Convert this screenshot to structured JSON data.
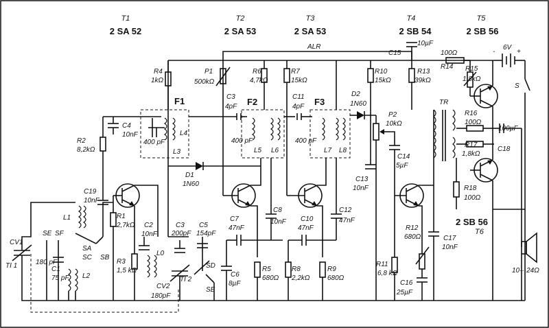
{
  "transistors": {
    "t1": {
      "name": "T1",
      "type": "2 SA 52"
    },
    "t2": {
      "name": "T2",
      "type": "2 SA 53"
    },
    "t3": {
      "name": "T3",
      "type": "2 SA 53"
    },
    "t4": {
      "name": "T4",
      "type": "2 SB 54"
    },
    "t5": {
      "name": "T5",
      "type": "2 SB 56"
    },
    "t6": {
      "name": "T6",
      "type": "2 SB 56"
    }
  },
  "bus": {
    "alr": "ALR"
  },
  "battery": {
    "voltage": "6V",
    "minus": "-",
    "plus": "+"
  },
  "switch_s": "S",
  "speaker": "10···24Ω",
  "filters": {
    "f1": "F1",
    "f2": "F2",
    "f3": "F3"
  },
  "tr": "TR",
  "components": {
    "r4": {
      "ref": "R4",
      "val": "1kΩ"
    },
    "p1": {
      "ref": "P1",
      "val": "500kΩ"
    },
    "r6": {
      "ref": "R6",
      "val": "4,7kΩ"
    },
    "r7": {
      "ref": "R7",
      "val": "15kΩ"
    },
    "r10": {
      "ref": "R10",
      "val": "15kΩ"
    },
    "r13": {
      "ref": "R13",
      "val": "39kΩ"
    },
    "r14": {
      "ref": "R14",
      "val": "100Ω"
    },
    "r15": {
      "ref": "R15",
      "val": "1,8kΩ"
    },
    "r16": {
      "ref": "R16",
      "val": "100Ω"
    },
    "r17": {
      "ref": "R17",
      "val": "1,8kΩ"
    },
    "r18": {
      "ref": "R18",
      "val": "100Ω"
    },
    "r2": {
      "ref": "R2",
      "val": "8,2kΩ"
    },
    "r1": {
      "ref": "R1",
      "val": "2,7kΩ"
    },
    "r3": {
      "ref": "R3",
      "val": "1,5 kΩ"
    },
    "r5": {
      "ref": "R5",
      "val": "680Ω"
    },
    "r8": {
      "ref": "R8",
      "val": "2,2kΩ"
    },
    "r9": {
      "ref": "R9",
      "val": "680Ω"
    },
    "r11": {
      "ref": "R11",
      "val": "6,8 kΩ"
    },
    "r12": {
      "ref": "R12",
      "val": "680Ω"
    },
    "p2": {
      "ref": "P2",
      "val": "10kΩ"
    },
    "c4": {
      "ref": "C4",
      "val": "10nF"
    },
    "c19": {
      "ref": "C19",
      "val": "10nF"
    },
    "c3a": {
      "ref": "C3",
      "val": "4pF"
    },
    "c11": {
      "ref": "C11",
      "val": "4pF"
    },
    "c15": {
      "ref": "C15",
      "val": "10µF"
    },
    "c14": {
      "ref": "C14",
      "val": "5µF"
    },
    "c13": {
      "ref": "C13",
      "val": "10nF"
    },
    "c18": {
      "ref": "C18",
      "val": "100µF"
    },
    "c2": {
      "ref": "C2",
      "val": "10nF"
    },
    "c3b": {
      "ref": "C3",
      "val": "200pF"
    },
    "c5": {
      "ref": "C5",
      "val": "154pF"
    },
    "c7": {
      "ref": "C7",
      "val": "47nF"
    },
    "c8": {
      "ref": "C8",
      "val": "10nF"
    },
    "c10": {
      "ref": "C10",
      "val": "47nF"
    },
    "c12": {
      "ref": "C12",
      "val": "47nF"
    },
    "c6": {
      "ref": "C6",
      "val": "8µF"
    },
    "c16": {
      "ref": "C16",
      "val": "25µF"
    },
    "c17": {
      "ref": "C17",
      "val": "10nF"
    },
    "c1": {
      "ref": "C1",
      "val": "75 pF"
    },
    "cv1": {
      "ref": "CV1",
      "val": "180 pF"
    },
    "cv2": {
      "ref": "CV2",
      "val": "180pF"
    },
    "d1": {
      "ref": "D1",
      "val": "1N60"
    },
    "d2": {
      "ref": "D2",
      "val": "1N60"
    },
    "f1c": {
      "val": "400 pF"
    },
    "f2c": {
      "val": "400 pF"
    },
    "f3c": {
      "val": "400 pF"
    }
  },
  "coils": {
    "l1": "L1",
    "l2": "L2",
    "l3": "L3",
    "l4": "L4",
    "l5": "L5",
    "l6": "L6",
    "l7": "L7",
    "l8": "L8",
    "l0": "L0"
  },
  "switches": {
    "se": "SE",
    "sf": "SF",
    "sa": "SA",
    "sc": "SC",
    "sb": "SB",
    "sd": "SD",
    "se2": "SE"
  },
  "trimmers": {
    "ti1": "TI 1",
    "ti2": "TI 2"
  }
}
